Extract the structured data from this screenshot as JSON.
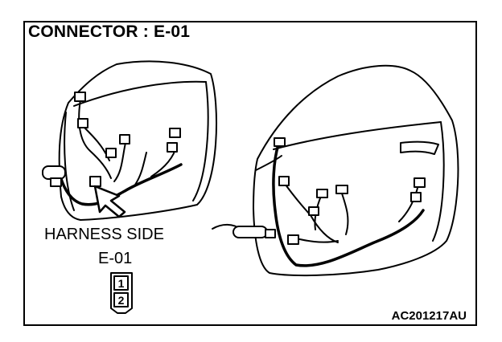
{
  "title": "CONNECTOR : E-01",
  "harness_label": "HARNESS SIDE",
  "connector_code": "E-01",
  "pins": [
    "1",
    "2"
  ],
  "figure_code": "AC201217AU"
}
